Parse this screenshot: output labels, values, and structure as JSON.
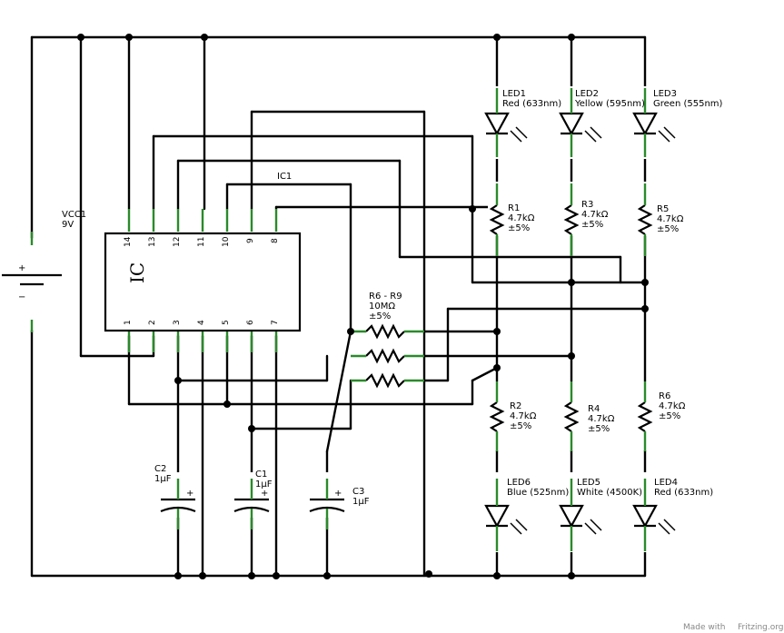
{
  "title": "IC1",
  "battery": {
    "name": "VCC1",
    "value": "9V",
    "plus": "+",
    "minus": "−"
  },
  "ic": {
    "label": "IC",
    "pins_top": [
      "14",
      "13",
      "12",
      "11",
      "10",
      "9",
      "8"
    ],
    "pins_bottom": [
      "1",
      "2",
      "3",
      "4",
      "5",
      "6",
      "7"
    ]
  },
  "leds": [
    {
      "name": "LED1",
      "spec": "Red (633nm)"
    },
    {
      "name": "LED2",
      "spec": "Yellow (595nm)"
    },
    {
      "name": "LED3",
      "spec": "Green (555nm)"
    },
    {
      "name": "LED6",
      "spec": "Blue (525nm)"
    },
    {
      "name": "LED5",
      "spec": "White (4500K)"
    },
    {
      "name": "LED4",
      "spec": "Red (633nm)"
    }
  ],
  "resistors": [
    {
      "name": "R1",
      "value": "4.7kΩ",
      "tol": "±5%"
    },
    {
      "name": "R3",
      "value": "4.7kΩ",
      "tol": "±5%"
    },
    {
      "name": "R5",
      "value": "4.7kΩ",
      "tol": "±5%"
    },
    {
      "name": "R2",
      "value": "4.7kΩ",
      "tol": "±5%"
    },
    {
      "name": "R4",
      "value": "4.7kΩ",
      "tol": "±5%"
    },
    {
      "name": "R6",
      "value": "4.7kΩ",
      "tol": "±5%"
    }
  ],
  "array": {
    "name": "R6 - R9",
    "value": "10MΩ",
    "tol": "±5%"
  },
  "caps": [
    {
      "name": "C2",
      "value": "1µF",
      "plus": "+"
    },
    {
      "name": "C1",
      "value": "1µF",
      "plus": "+"
    },
    {
      "name": "C3",
      "value": "1µF",
      "plus": "+"
    }
  ],
  "footer": {
    "made_with": "Made with",
    "brand": "Fritzing.org"
  }
}
